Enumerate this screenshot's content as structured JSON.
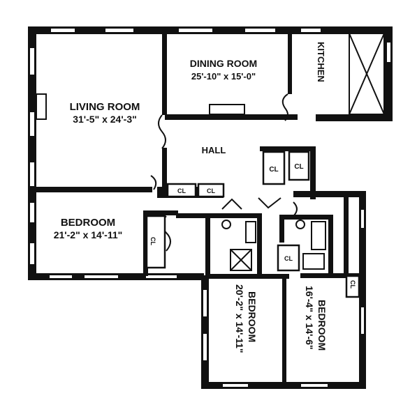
{
  "rooms": {
    "living": {
      "name": "LIVING ROOM",
      "dims": "31'-5\" x 24'-3\""
    },
    "dining": {
      "name": "DINING ROOM",
      "dims": "25'-10\" x 15'-0\""
    },
    "kitchen": {
      "name": "KITCHEN"
    },
    "hall": {
      "name": "HALL"
    },
    "bedroom1": {
      "name": "BEDROOM",
      "dims": "21'-2\" x 14'-11\""
    },
    "bedroom2": {
      "name": "BEDROOM",
      "dims": "20'-2\" x 14'-11\""
    },
    "bedroom3": {
      "name": "BEDROOM",
      "dims": "16'-4\" x 14'-6\""
    }
  },
  "closet_label": "CL"
}
